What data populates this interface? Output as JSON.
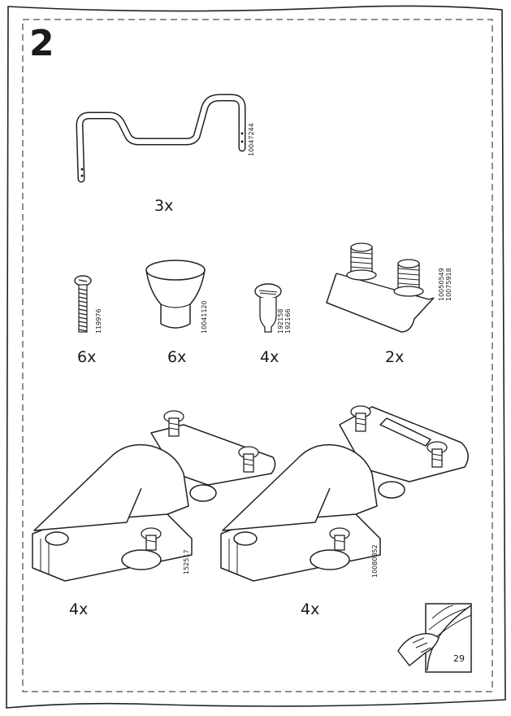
{
  "step": "2",
  "page_number": "29",
  "parts": [
    {
      "name": "wire-bracket",
      "qty": "3x",
      "codes": [
        "10047244"
      ]
    },
    {
      "name": "screw",
      "qty": "6x",
      "codes": [
        "119976"
      ]
    },
    {
      "name": "knob",
      "qty": "6x",
      "codes": [
        "10041120"
      ]
    },
    {
      "name": "cam-lock",
      "qty": "4x",
      "codes": [
        "192158",
        "192166"
      ]
    },
    {
      "name": "twin-dowel-bracket",
      "qty": "2x",
      "codes": [
        "10050549",
        "10075918"
      ]
    },
    {
      "name": "hinge",
      "qty": "4x",
      "codes": [
        "152517"
      ]
    },
    {
      "name": "soft-close-hinge",
      "qty": "4x",
      "codes": [
        "10080852"
      ]
    }
  ]
}
